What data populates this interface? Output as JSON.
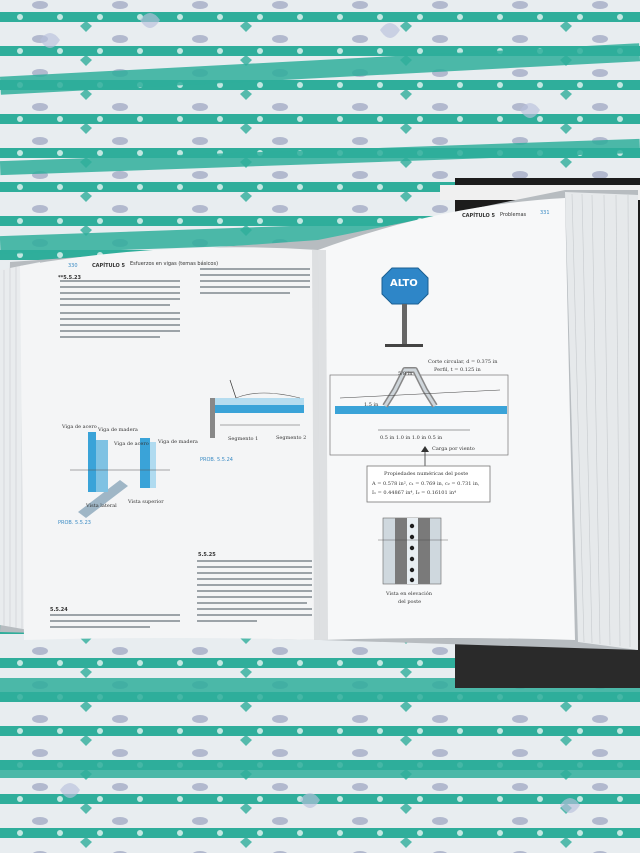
{
  "colors": {
    "cloth_teal": "#2fae9b",
    "cloth_light": "#e9edf0",
    "page": "#f6f7f8",
    "figure_blue": "#3aa3d8",
    "stop_sign": "#2e86c8"
  },
  "left_page": {
    "page_number": "330",
    "running_head": "CAPÍTULO 5",
    "running_subtitle": "Esfuerzos en vigas (temas básicos)",
    "problem_a": "**5.5.23",
    "problem_b": "5.5.24",
    "label_viga_acero": "Viga de acero",
    "label_viga_madera_1": "Viga de madera",
    "label_viga_acero_2": "Viga de acero",
    "label_viga_madera_2": "Viga de madera",
    "label_vista_lateral": "Vista lateral",
    "label_vista_superior": "Vista superior",
    "fig_label_1": "PROB. 5.5.23",
    "fig_label_2": "PROB. 5.5.24",
    "problem_c": "5.5.25",
    "segment_1": "Segmento 1",
    "segment_2": "Segmento 2"
  },
  "right_page": {
    "page_number": "331",
    "running_head": "CAPÍTULO 5",
    "running_title": "Problemas",
    "stop_sign": "ALTO",
    "corte_circular": "Corte circular, d = 0.375 in",
    "perfil": "Perfil, t = 0.125 in",
    "dim_5_8": "5/8 in",
    "dim_1_5": "1.5 in",
    "dims_bottom": "0.5 in  1.0 in    1.0 in  0.5 in",
    "carga_viento": "Carga por viento",
    "properties_title": "Propiedades numéricas del poste",
    "properties_line1": "A = 0.578 in², c₁ = 0.769 in, c₂ = 0.731 in,",
    "properties_line2": "I₁ = 0.44867 in⁴, I₂ = 0.16101 in⁴",
    "vista_elevacion_1": "Vista en elevación",
    "vista_elevacion_2": "del poste"
  }
}
